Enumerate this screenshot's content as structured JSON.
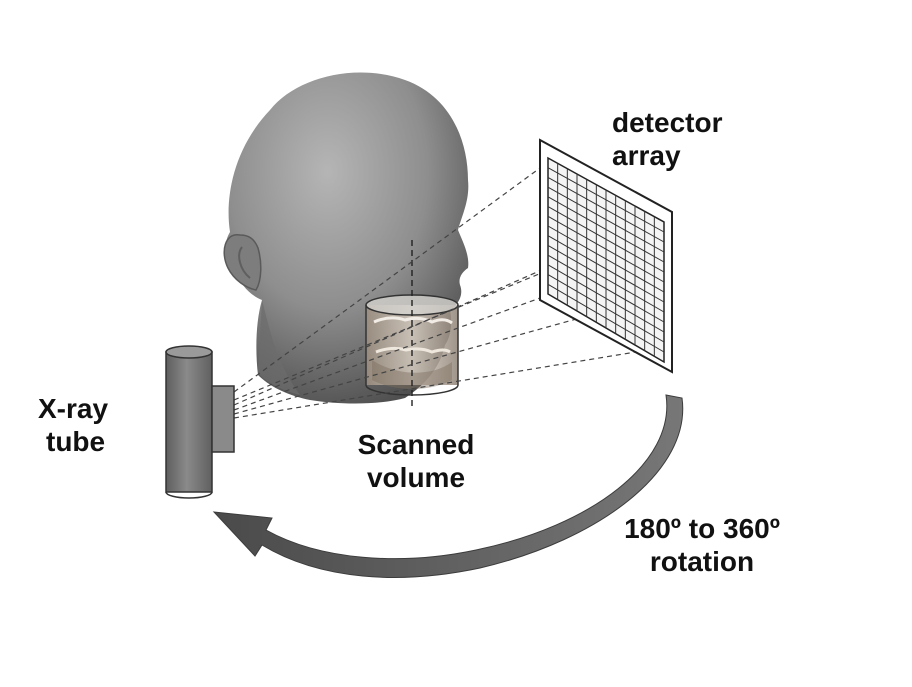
{
  "diagram": {
    "labels": {
      "xray_tube": [
        "X-ray",
        "tube"
      ],
      "scanned_volume": [
        "Scanned",
        "volume"
      ],
      "detector_array": [
        "detector",
        "array"
      ],
      "rotation": [
        "180º to 360º",
        "rotation"
      ]
    },
    "detector_grid": {
      "columns": 12,
      "rows": 14
    },
    "colors": {
      "head": "#8c8c8c",
      "tube": "#7a7a7a",
      "arrow": "#5f5f5f",
      "beam_lines": "#444444",
      "grid": "#333333"
    }
  }
}
